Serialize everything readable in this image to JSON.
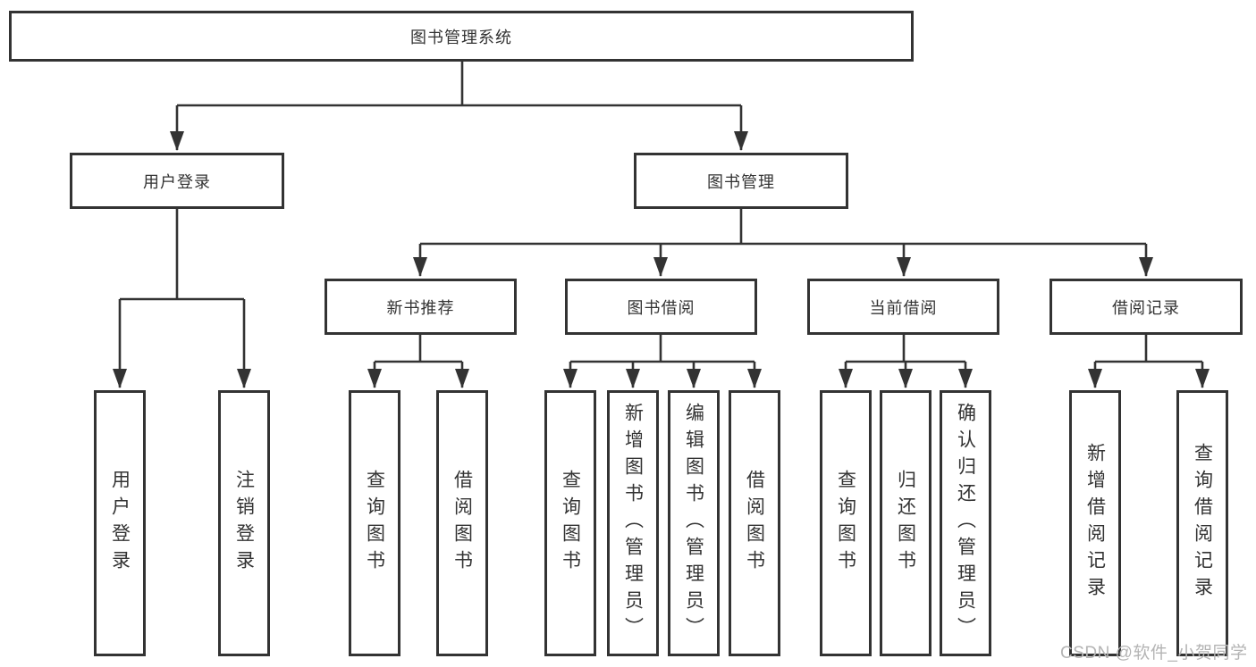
{
  "diagram": {
    "root": "图书管理系统",
    "level2": {
      "user_login": "用户登录",
      "book_mgmt": "图书管理"
    },
    "level3": {
      "new_books": "新书推荐",
      "borrowing": "图书借阅",
      "current": "当前借阅",
      "records": "借阅记录"
    },
    "leaves": {
      "user_login": [
        "用户登录",
        "注销登录"
      ],
      "new_books": [
        "查询图书",
        "借阅图书"
      ],
      "borrowing": [
        "查询图书",
        "新增图书（管理员）",
        "编辑图书（管理员）",
        "借阅图书"
      ],
      "current": [
        "查询图书",
        "归还图书",
        "确认归还（管理员）"
      ],
      "records": [
        "新增借阅记录",
        "查询借阅记录"
      ]
    },
    "watermark": "CSDN @软件_小贺同学",
    "colors": {
      "line": "#333333",
      "box_border": "#333333",
      "text": "#333333",
      "watermark": "#b4b4b4",
      "background": "#ffffff"
    }
  }
}
